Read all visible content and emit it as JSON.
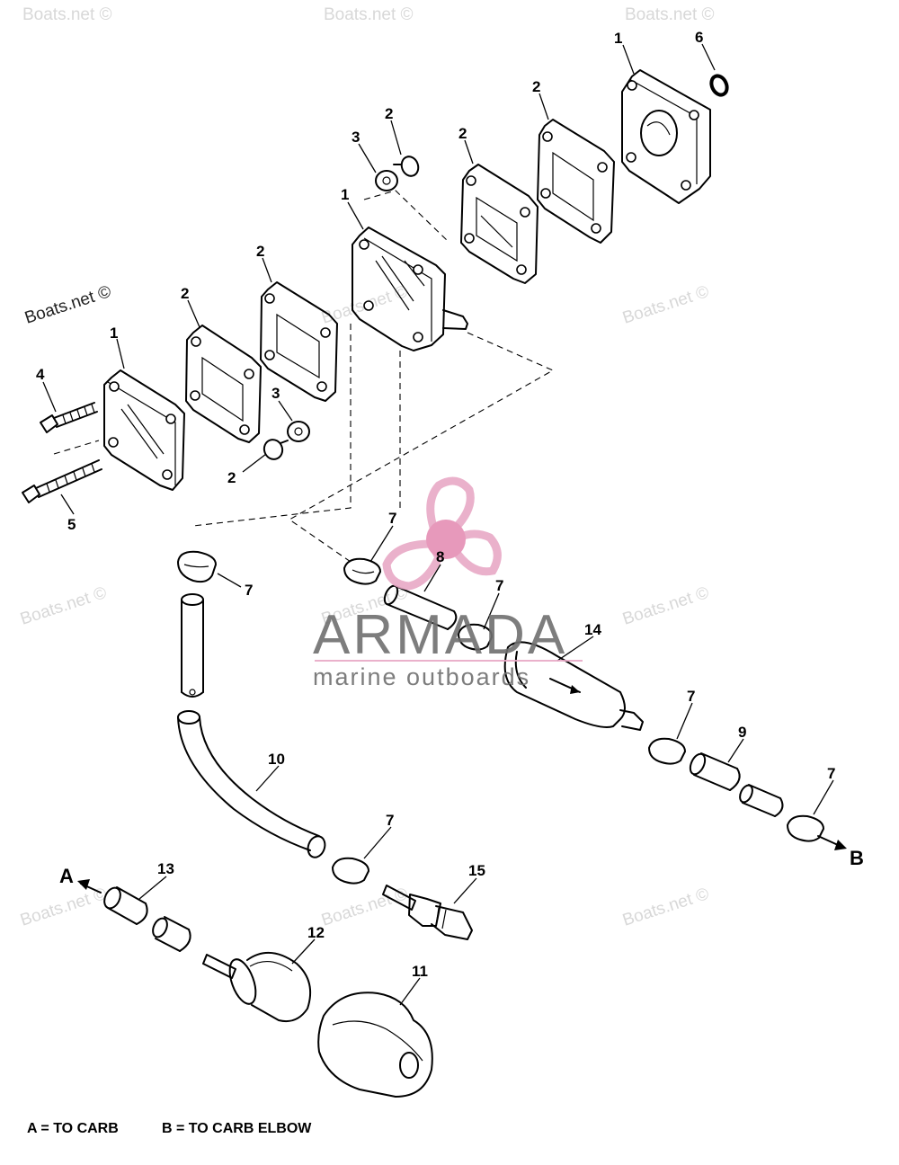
{
  "watermark": {
    "text": "Boats.net ©"
  },
  "logo": {
    "title": "ARMADA",
    "subtitle": "marine outboards",
    "accent_color": "#e8a9c6",
    "center_color": "#e58fb4",
    "text_color": "#6f6f6f"
  },
  "callouts": {
    "c1_top": "1",
    "c6": "6",
    "c2_top": "2",
    "c2_mid": "2",
    "c3_mid": "3",
    "c2_small": "2",
    "c1_mid": "1",
    "c2_a": "2",
    "c2_b": "2",
    "c1_left": "1",
    "c4": "4",
    "c5": "5",
    "c3_low": "3",
    "c2_low": "2",
    "c7_a": "7",
    "c8": "8",
    "c7_b": "7",
    "c7_c": "7",
    "c14": "14",
    "c7_d": "7",
    "c9": "9",
    "c7_e": "7",
    "c10": "10",
    "c7_f": "7",
    "c13": "13",
    "c15": "15",
    "c12": "12",
    "c11": "11"
  },
  "arrows": {
    "a": "A",
    "b": "B"
  },
  "legend": {
    "a_text": "A = TO CARB",
    "b_text": "B = TO CARB ELBOW"
  }
}
